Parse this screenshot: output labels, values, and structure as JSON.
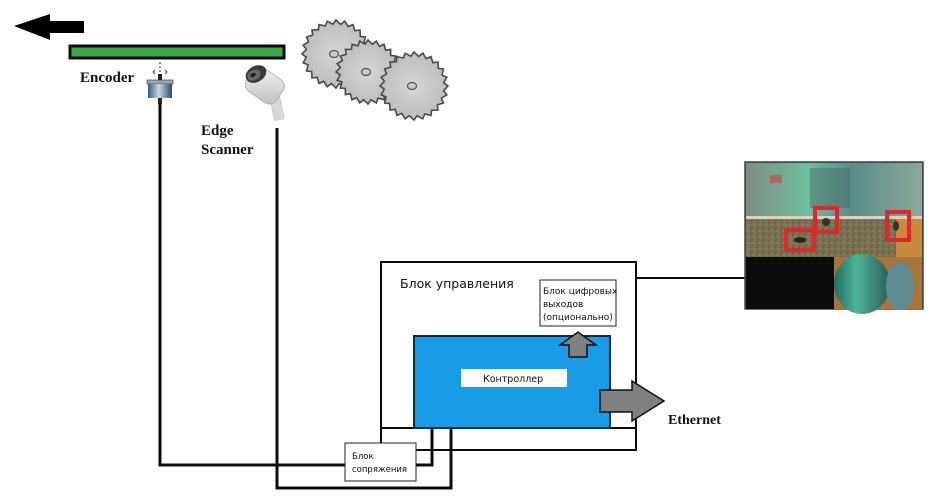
{
  "diagram": {
    "labels": {
      "encoder": "Encoder",
      "edge_line1": "Edge",
      "edge_line2": "Scanner",
      "control_block": "Блок управления",
      "digital_out_line1": "Блок цифровых",
      "digital_out_line2": "выходов",
      "digital_out_line3": "(опционально)",
      "controller": "Контроллер",
      "ethernet": "Ethernet",
      "interface_line1": "Блок",
      "interface_line2": "сопряжения"
    },
    "icons": {
      "direction_arrow": "left-arrow-icon",
      "encoder": "encoder-icon",
      "camera": "camera-icon",
      "saw_blades": "saw-blade-icon"
    },
    "colors": {
      "conveyor_fill": "#3aa84a",
      "controller_fill": "#1a9be6",
      "arrow_fill": "#808080",
      "marker_red": "#e0262b",
      "line": "#111111"
    },
    "inspection_image": {
      "defect_markers": 3
    }
  }
}
